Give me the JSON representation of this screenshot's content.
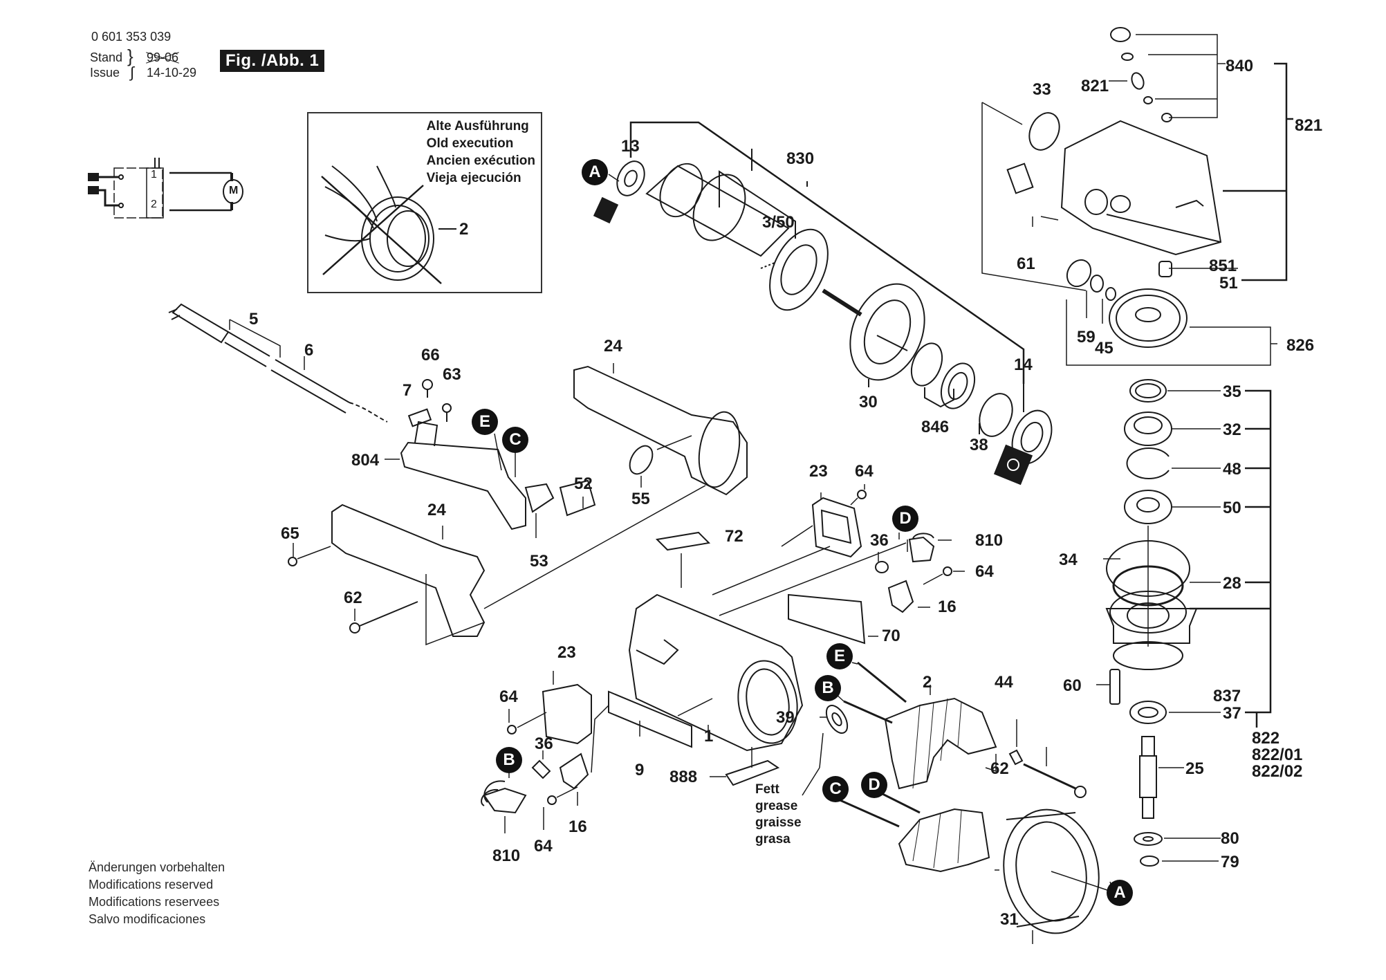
{
  "header": {
    "part_number": "0 601 353 039",
    "stand_label": "Stand",
    "issue_label": "Issue",
    "stand_date_struck": "99-06",
    "issue_date": "14-10-29",
    "figure_label": "Fig. /Abb. 1"
  },
  "old_execution_box": {
    "lines": [
      "Alte Ausführung",
      "Old execution",
      "Ancien exécution",
      "Vieja ejecución"
    ],
    "part_ref": "2"
  },
  "circuit": {
    "terminal_1": "1",
    "terminal_2": "2",
    "motor_symbol": "M"
  },
  "markers": [
    "A",
    "B",
    "C",
    "D",
    "E"
  ],
  "grease_note": [
    "Fett",
    "grease",
    "graisse",
    "grasa"
  ],
  "footer_notes": [
    "Änderungen vorbehalten",
    "Modifications reserved",
    "Modifications reservees",
    "Salvo modificaciones"
  ],
  "part_labels": {
    "p13": "13",
    "p830": "830",
    "p3_50": "3/50",
    "p33": "33",
    "p821a": "821",
    "p840": "840",
    "p821b": "821",
    "p61": "61",
    "p851": "851",
    "p51": "51",
    "p59": "59",
    "p45": "45",
    "p826": "826",
    "p14": "14",
    "p30": "30",
    "p846": "846",
    "p38": "38",
    "p35": "35",
    "p32": "32",
    "p48": "48",
    "p50": "50",
    "p34": "34",
    "p28": "28",
    "p60": "60",
    "p837": "837",
    "p37": "37",
    "p822": "822",
    "p822_01": "822/01",
    "p822_02": "822/02",
    "p25": "25",
    "p80": "80",
    "p79": "79",
    "p5": "5",
    "p6": "6",
    "p66": "66",
    "p63": "63",
    "p7": "7",
    "p804": "804",
    "p24a": "24",
    "p55": "55",
    "p52": "52",
    "p53": "53",
    "p24b": "24",
    "p65": "65",
    "p62a": "62",
    "p23a": "23",
    "p64a": "64",
    "p810a": "810",
    "p36a": "36",
    "p64b": "64",
    "p16a": "16",
    "p72": "72",
    "p70": "70",
    "p23b": "23",
    "p64c": "64",
    "p36b": "36",
    "p16b": "16",
    "p810b": "810",
    "p64d": "64",
    "p9": "9",
    "p1": "1",
    "p888": "888",
    "p39": "39",
    "p2": "2",
    "p44": "44",
    "p62b": "62",
    "p31": "31"
  }
}
